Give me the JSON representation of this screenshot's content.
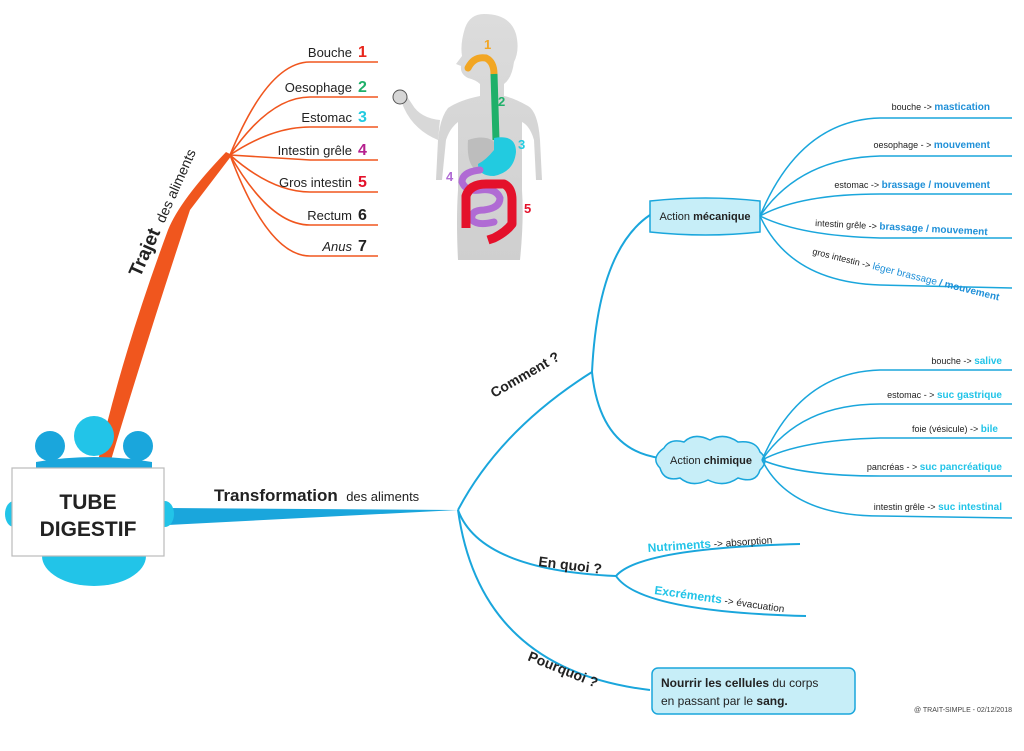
{
  "central": {
    "line1": "TUBE",
    "line2": "DIGESTIF"
  },
  "trajet": {
    "label_bold": "Trajet",
    "label_rest": "des aliments",
    "items": [
      {
        "name": "Bouche",
        "num": "1",
        "color": "#e8271c"
      },
      {
        "name": "Oesophage",
        "num": "2",
        "color": "#1fb06a"
      },
      {
        "name": "Estomac",
        "num": "3",
        "color": "#22cbe0"
      },
      {
        "name": "Intestin grêle",
        "num": "4",
        "color": "#b51f8e"
      },
      {
        "name": "Gros intestin",
        "num": "5",
        "color": "#e4112b"
      },
      {
        "name": "Rectum",
        "num": "6",
        "color": "#222222"
      },
      {
        "name": "Anus",
        "num": "7",
        "color": "#222222"
      }
    ],
    "figure_numbers": [
      "1",
      "2",
      "3",
      "4",
      "5"
    ]
  },
  "transformation": {
    "label_bold": "Transformation",
    "label_rest": "des aliments",
    "comment": {
      "label": "Comment ?",
      "mecanique": {
        "label_pre": "Action",
        "label_bold": "mécanique",
        "items": [
          {
            "organ": "bouche",
            "sep": "->",
            "value": "mastication"
          },
          {
            "organ": "oesophage",
            "sep": "- >",
            "value": "mouvement"
          },
          {
            "organ": "estomac",
            "sep": "->",
            "value": "brassage / mouvement"
          },
          {
            "organ": "intestin grêle",
            "sep": "->",
            "value": "brassage / mouvement"
          },
          {
            "organ": "gros intestin",
            "sep": "->",
            "value_light": "léger brassage",
            "value": "/ mouvement"
          }
        ]
      },
      "chimique": {
        "label_pre": "Action",
        "label_bold": "chimique",
        "items": [
          {
            "organ": "bouche",
            "sep": "->",
            "value": "salive"
          },
          {
            "organ": "estomac",
            "sep": "- >",
            "value": "suc gastrique"
          },
          {
            "organ": "foie (vésicule)",
            "sep": "->",
            "value": "bile"
          },
          {
            "organ": "pancréas",
            "sep": "- >",
            "value": "suc pancréatique"
          },
          {
            "organ": "intestin grêle",
            "sep": "->",
            "value": "suc intestinal"
          }
        ]
      }
    },
    "en_quoi": {
      "label": "En quoi ?",
      "items": [
        {
          "term": "Nutriments",
          "sep": "->",
          "rest": "absorption"
        },
        {
          "term": "Excréments",
          "sep": "->",
          "rest": "évacuation"
        }
      ]
    },
    "pourquoi": {
      "label": "Pourquoi ?",
      "box_bold1": "Nourrir les cellules",
      "box_rest1": " du corps",
      "box_line2_pre": "en passant par le ",
      "box_bold2": "sang."
    }
  },
  "credit": "@ TRAIT-SIMPLE - 02/12/2018",
  "colors": {
    "orange": "#f0561e",
    "blue": "#1aa6dc",
    "cyan": "#22c4e8",
    "text_blue": "#1f90d8",
    "box_fill": "#c7eef8"
  }
}
